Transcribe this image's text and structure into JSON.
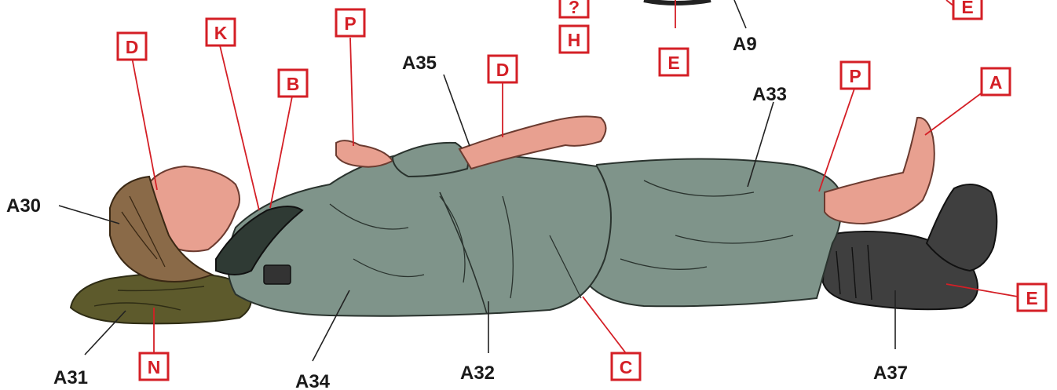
{
  "colors": {
    "uniform": "#7f948a",
    "uniform_dark": "#5f7168",
    "skin": "#e8a090",
    "hair": "#8a6a48",
    "blanket": "#5d5a2c",
    "boot": "#3f3f3f",
    "marker_red": "#d41f26"
  },
  "part_labels": {
    "a9": "A9",
    "a30": "A30",
    "a31": "A31",
    "a32": "A32",
    "a33": "A33",
    "a34": "A34",
    "a35": "A35",
    "a37": "A37"
  },
  "color_markers": {
    "q_top": "?",
    "h_top": "H",
    "e_top_center": "E",
    "e_top_right": "E",
    "d_head": "D",
    "k_collar": "K",
    "b_collar": "B",
    "p_left_hand": "P",
    "d_arm": "D",
    "p_foot": "P",
    "a_foot": "A",
    "e_boot": "E",
    "c_belt": "C",
    "n_blanket": "N"
  }
}
